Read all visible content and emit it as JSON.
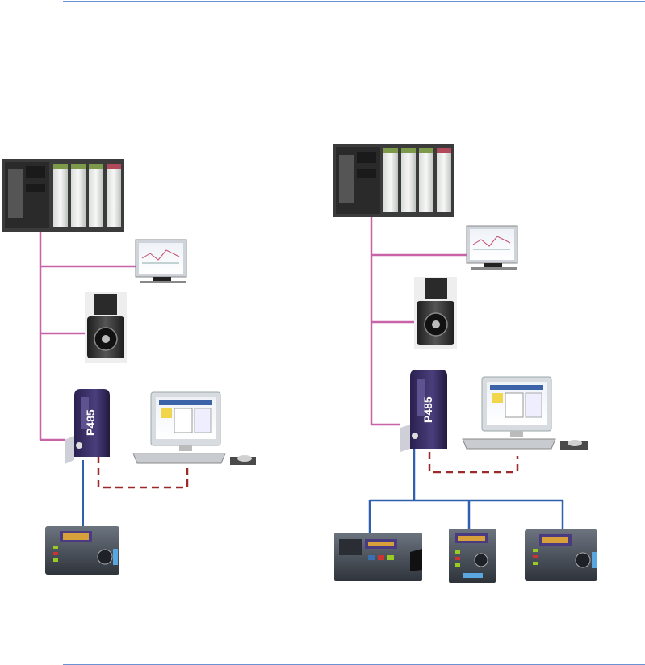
{
  "colors": {
    "rule": "#3a6fc4",
    "bus_magenta": "#c863a8",
    "bus_blue": "#2f5fae",
    "dashed_red": "#9b2a2a",
    "rack": "#3b3b3b",
    "device_purple": "#3b2f64"
  },
  "left_system": {
    "plc_rack": {
      "icon": "plc-rack-icon",
      "modules": 4
    },
    "hmi_panel": {
      "icon": "hmi-panel-icon"
    },
    "servo_motor": {
      "icon": "servo-motor-icon"
    },
    "gateway": {
      "icon": "gateway-icon",
      "label": "P485"
    },
    "pc": {
      "icon": "desktop-computer-icon"
    },
    "relays": [
      {
        "icon": "protection-relay-icon"
      }
    ]
  },
  "right_system": {
    "plc_rack": {
      "icon": "plc-rack-icon",
      "modules": 4
    },
    "hmi_panel": {
      "icon": "hmi-panel-icon"
    },
    "servo_motor": {
      "icon": "servo-motor-icon"
    },
    "gateway": {
      "icon": "gateway-icon",
      "label": "P485"
    },
    "pc": {
      "icon": "desktop-computer-icon"
    },
    "relays": [
      {
        "icon": "protection-relay-icon"
      },
      {
        "icon": "protection-relay-icon"
      },
      {
        "icon": "protection-relay-icon"
      }
    ]
  }
}
